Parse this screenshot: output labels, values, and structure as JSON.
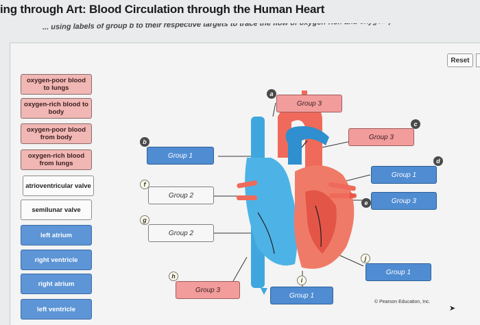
{
  "page": {
    "title": "ing through Art: Blood Circulation through the Human Heart",
    "instruction": "... using labels of group b to their respective targets to trace the flow of oxygen-rich and oxygen-poor blood.",
    "reset_label": "Reset",
    "copyright": "© Pearson Education, Inc."
  },
  "labels": [
    {
      "text": "oxygen-poor blood to lungs",
      "color": "pink"
    },
    {
      "text": "oxygen-rich blood to body",
      "color": "pink"
    },
    {
      "text": "oxygen-poor blood from body",
      "color": "pink"
    },
    {
      "text": "oxygen-rich blood from lungs",
      "color": "pink"
    },
    {
      "text": "atrioventricular valve",
      "color": "white"
    },
    {
      "text": "semilunar valve",
      "color": "white"
    },
    {
      "text": "left atrium",
      "color": "blue"
    },
    {
      "text": "right ventricle",
      "color": "blue"
    },
    {
      "text": "right atrium",
      "color": "blue"
    },
    {
      "text": "left ventricle",
      "color": "blue"
    }
  ],
  "targets": [
    {
      "id": "a",
      "group": "Group 3",
      "color": "pink"
    },
    {
      "id": "b",
      "group": "Group 1",
      "color": "blue"
    },
    {
      "id": "c",
      "group": "Group 3",
      "color": "pink"
    },
    {
      "id": "d",
      "group": "Group 1",
      "color": "blue"
    },
    {
      "id": "e",
      "group": "Group 3",
      "color": "blue"
    },
    {
      "id": "f",
      "group": "Group 2",
      "color": "white"
    },
    {
      "id": "g",
      "group": "Group 2",
      "color": "white"
    },
    {
      "id": "h",
      "group": "Group 3",
      "color": "pink"
    },
    {
      "id": "i",
      "group": "Group 1",
      "color": "blue"
    },
    {
      "id": "j",
      "group": "Group 1",
      "color": "blue"
    }
  ],
  "colors": {
    "oxygen_rich": "#e9574a",
    "oxygen_poor": "#3fa7de",
    "muscle": "#f08a76"
  }
}
